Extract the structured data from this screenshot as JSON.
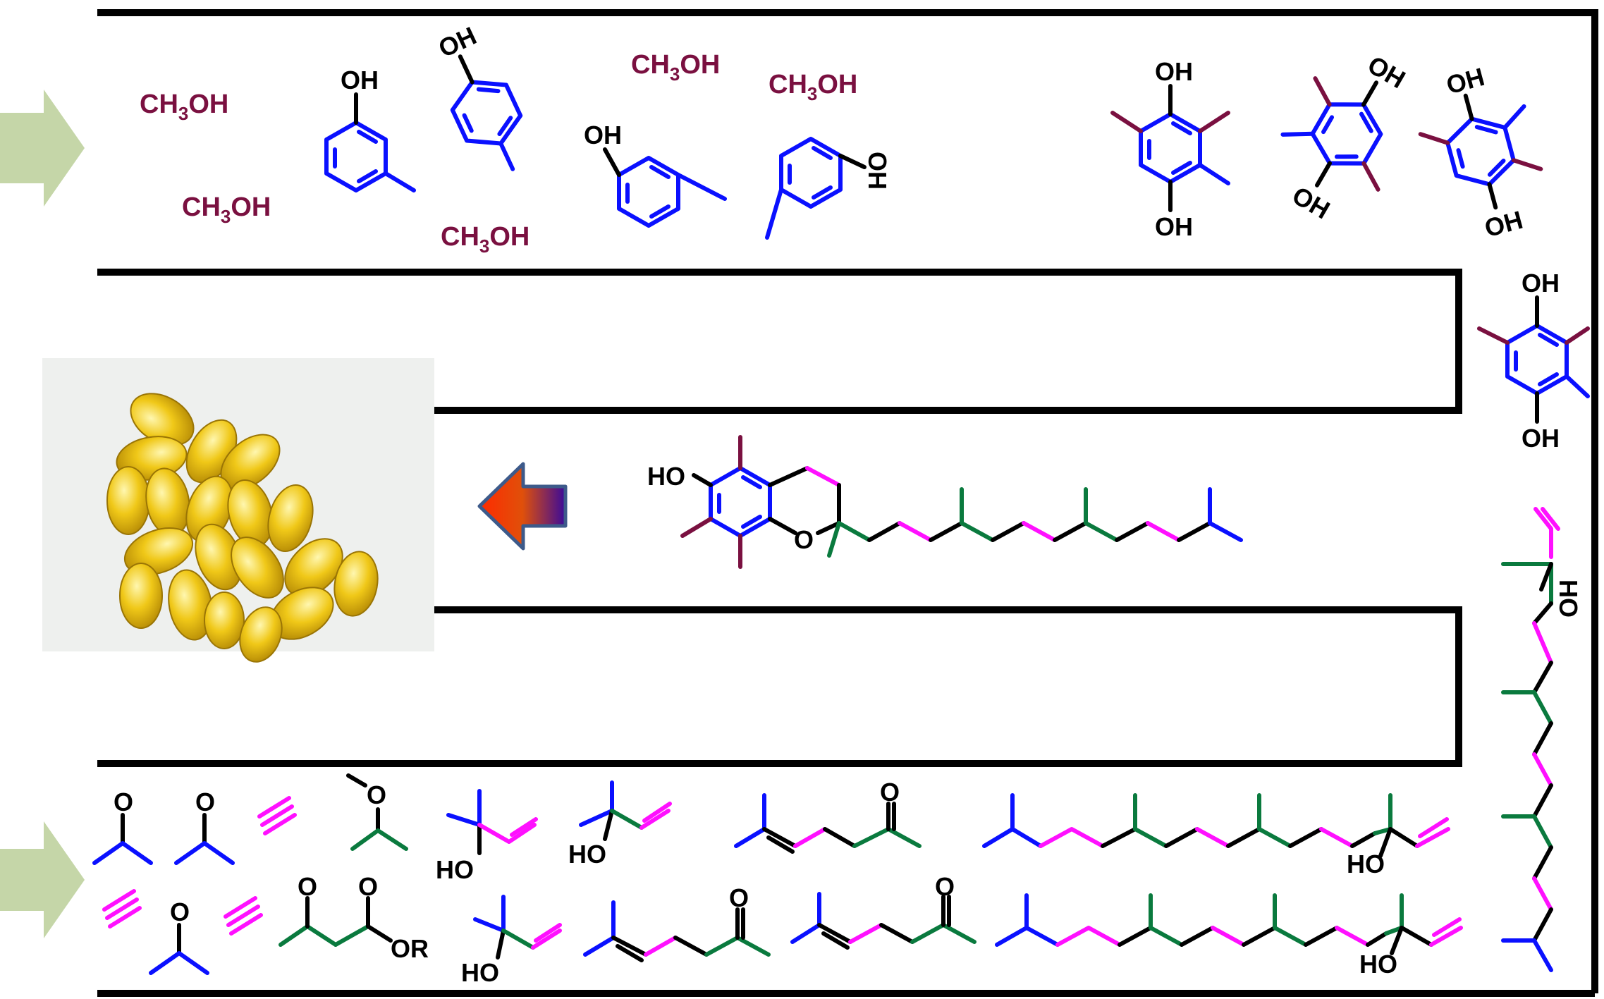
{
  "labels": {
    "methanol": "CH3OH",
    "methanol_main": "CH",
    "methanol_sub": "3",
    "methanol_tail": "OH",
    "hydroxyl": "OH",
    "hydroxyl_left": "HO",
    "ring_oxygen": "O",
    "carbonyl_oxygen": "O",
    "ester_suffix": "OR"
  },
  "colors": {
    "aromatic": "#0a10ff",
    "methyl": "#7a1040",
    "isoprene_branch": "#0a7a3e",
    "isoprene_link": "#ff10ff",
    "input_arrow": "#c5d6a8",
    "product_arrow_start": "#ff2a00",
    "product_arrow_end": "#3a0a9a"
  },
  "icons": {
    "input_arrow_top": "green-right-arrow-icon",
    "input_arrow_bottom": "green-right-arrow-icon",
    "product_arrow": "gradient-left-arrow-icon",
    "capsules": "vitamin-e-capsules-photo"
  }
}
